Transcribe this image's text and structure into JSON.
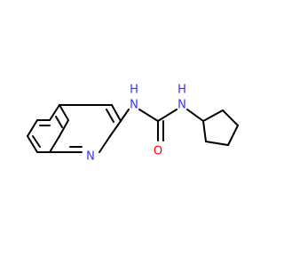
{
  "colors": {
    "background": "#ffffff",
    "carbon_bond": "#000000",
    "nitrogen": "#3333ff",
    "oxygen": "#ff0000"
  },
  "atom_labels": {
    "quinoline_n": "N",
    "nh_left_n": "N",
    "nh_left_h": "H",
    "nh_right_n": "N",
    "nh_right_h": "H",
    "carbonyl_o": "O"
  }
}
